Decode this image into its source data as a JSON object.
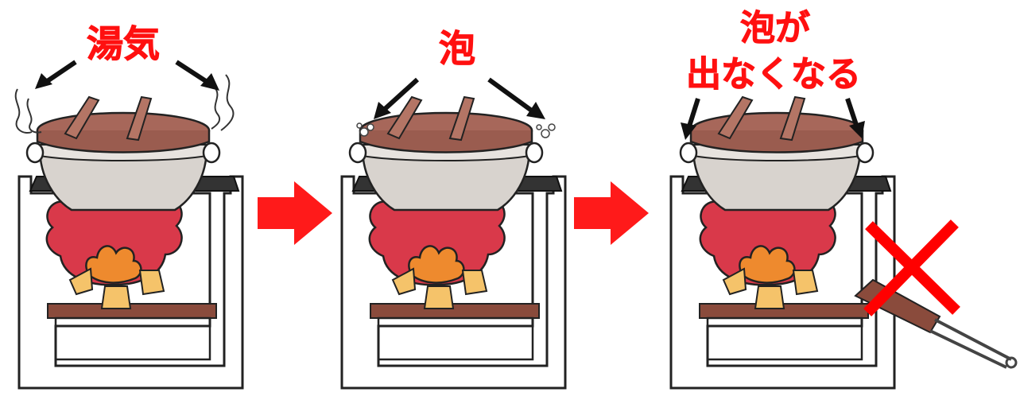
{
  "stages": [
    {
      "label": "湯気"
    },
    {
      "label": "泡"
    },
    {
      "label_line1": "泡が",
      "label_line2": "出なくなる"
    }
  ],
  "colors": {
    "label_red": "#ff1010",
    "flame_red": "#d9394a",
    "flame_orange": "#ee8a2e",
    "flame_yellow": "#f5c36a",
    "lid_brown": "#a7675a",
    "pot_gray": "#d8d3ce",
    "grate_dark": "#333333",
    "wood_brown": "#8a4b3c",
    "arrow_red": "#ff1a1a",
    "cross_red": "#ff0000"
  },
  "icons": [
    "steam-icon",
    "bubble-icon",
    "right-arrow-icon",
    "cross-icon",
    "tongs-icon"
  ]
}
